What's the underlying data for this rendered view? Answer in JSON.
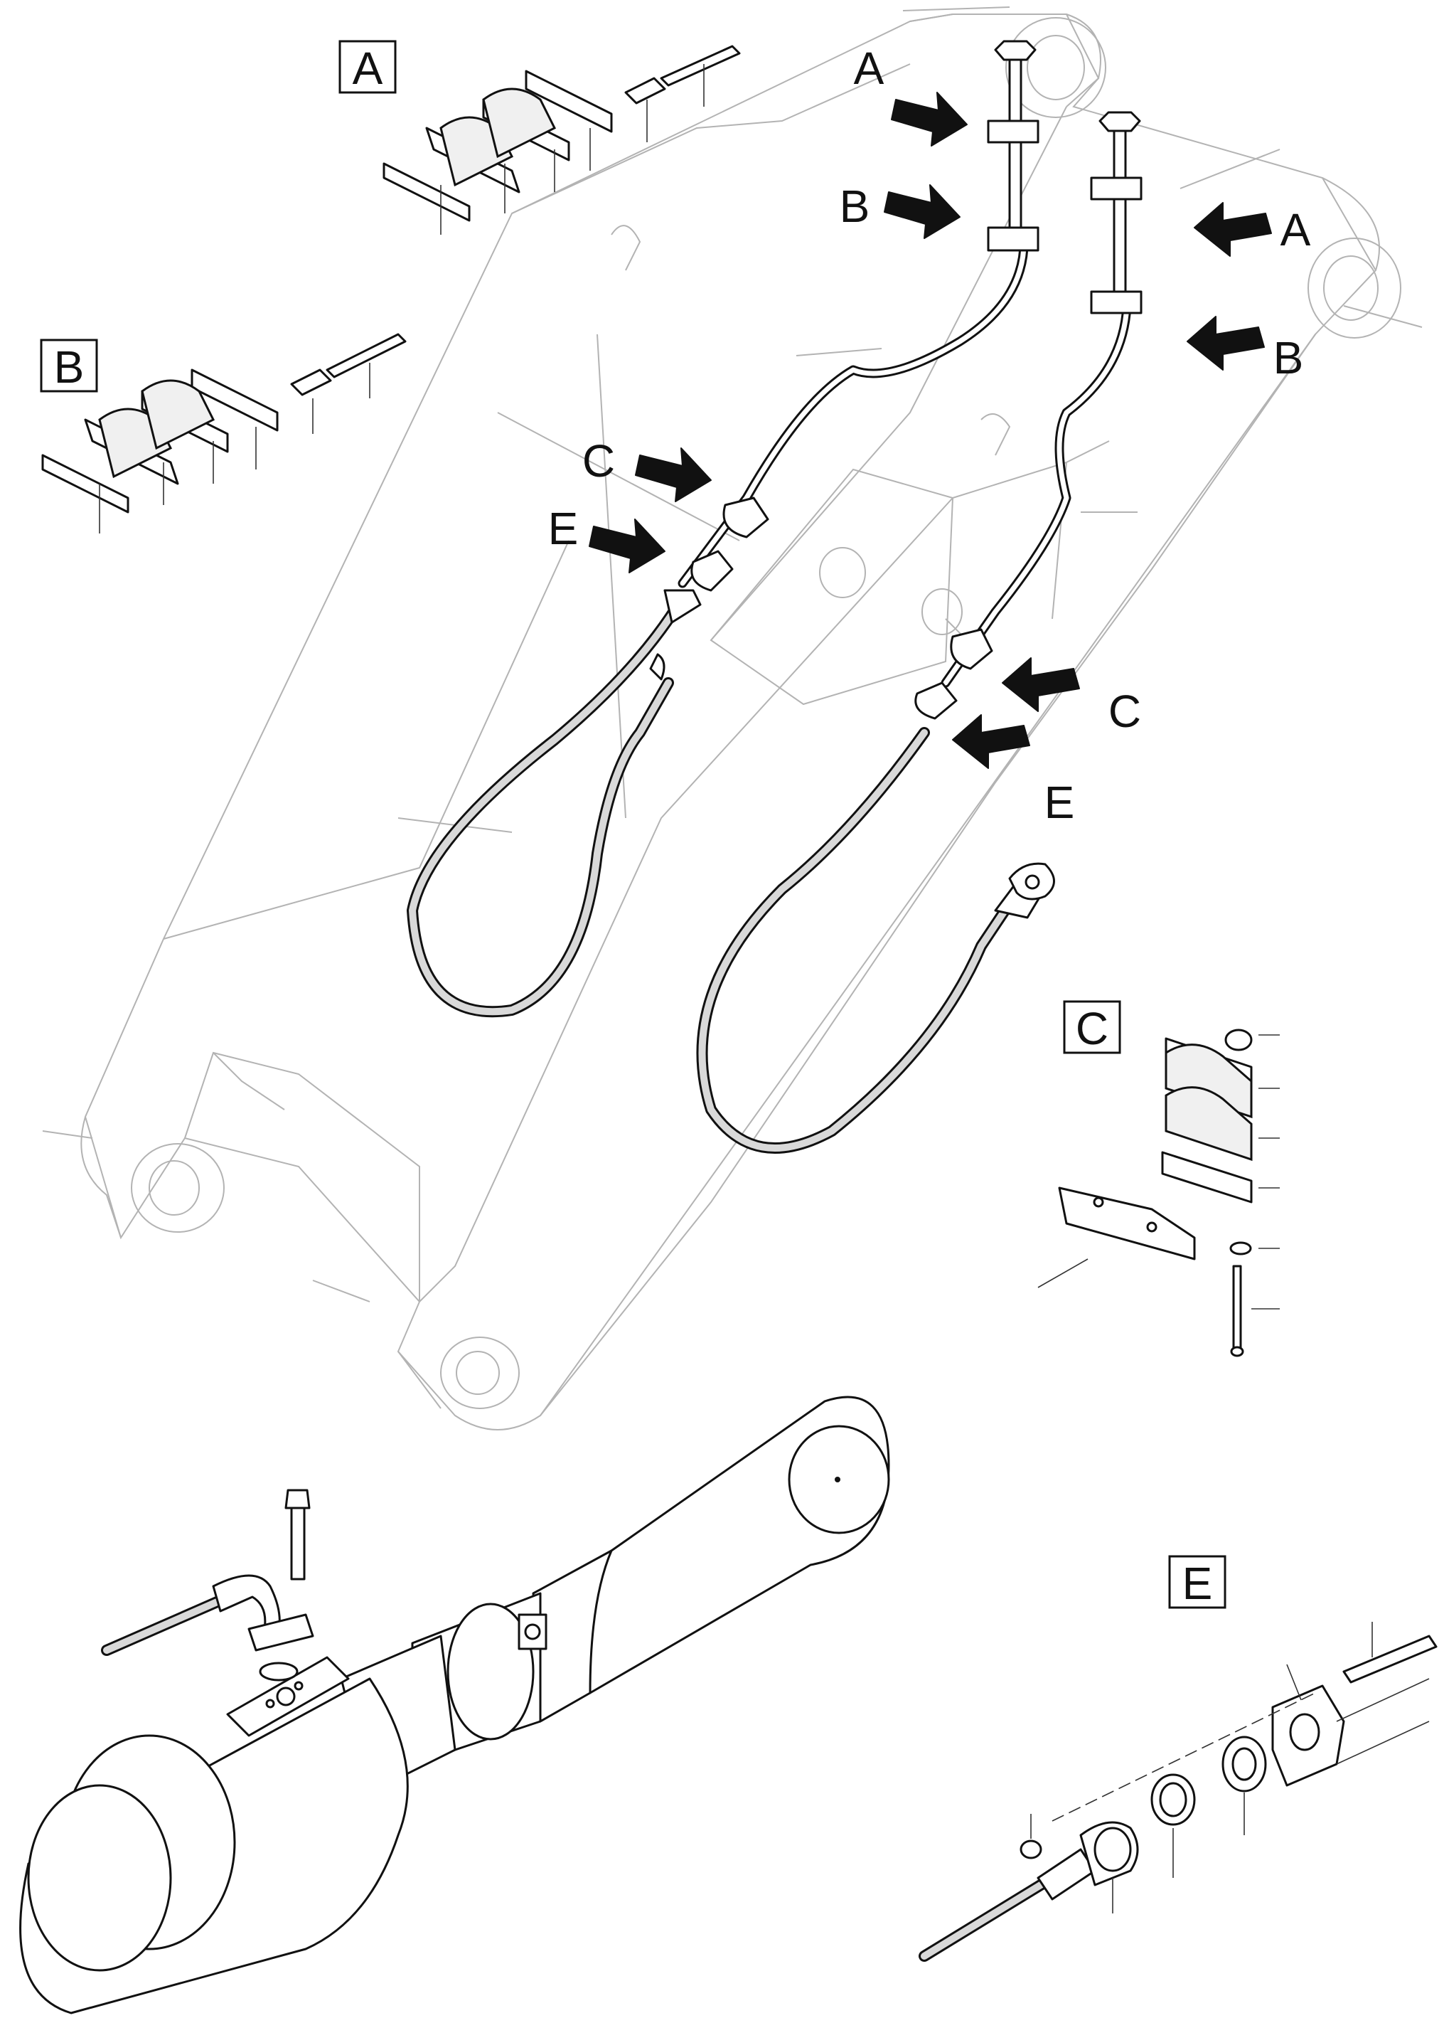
{
  "callouts": {
    "a": "A",
    "b": "B",
    "c": "C",
    "e": "E"
  },
  "arrow_labels": {
    "a_left": "A",
    "b_left": "B",
    "c_left": "C",
    "e_left": "E",
    "a_right": "A",
    "b_right": "B",
    "c_right": "C",
    "e_right": "E"
  },
  "colors": {
    "ghost_outline": "#b3b3b3",
    "line_art": "#111111",
    "hose_shading": "#d9d9d9",
    "background": "#ffffff"
  },
  "icons": {
    "arrow": "black-block-arrow",
    "callout_frame": "boxed-letter"
  }
}
